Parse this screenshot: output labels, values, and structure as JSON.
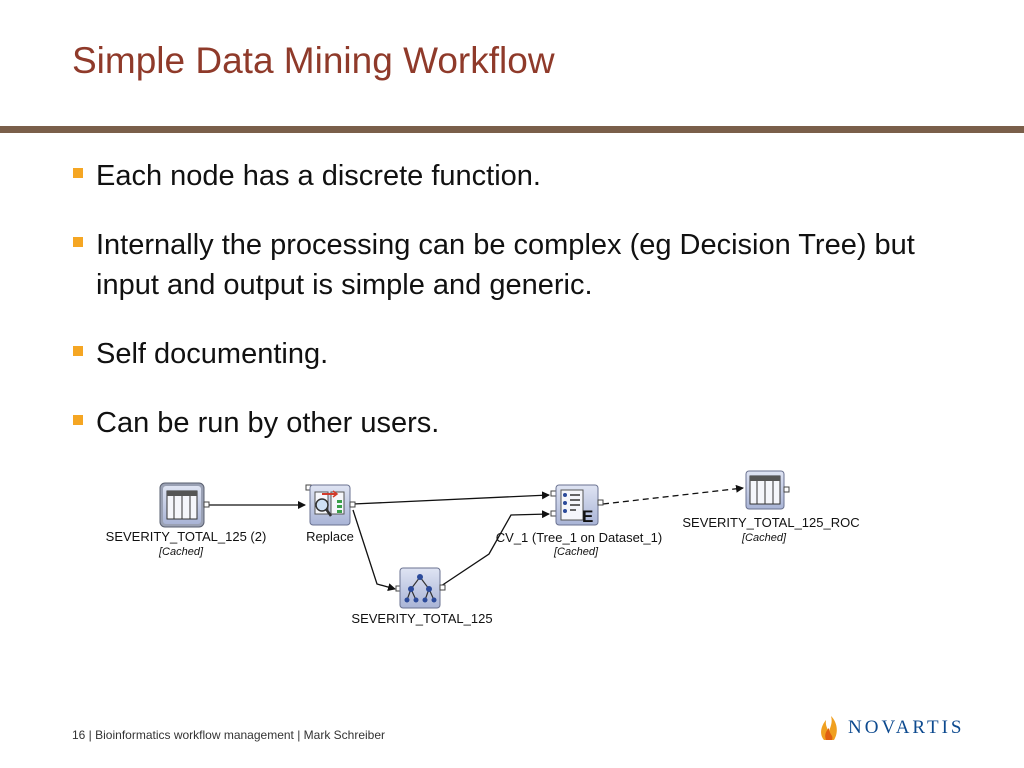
{
  "slide": {
    "title": "Simple Data Mining Workflow",
    "bullets": [
      "Each node has a discrete function.",
      "Internally the processing can be complex (eg Decision Tree) but input and output is simple and generic.",
      "Self documenting.",
      "Can be run by other users."
    ],
    "footer": "16 | Bioinformatics workflow management | Mark Schreiber",
    "logo_text": "NOVARTIS"
  },
  "workflow": {
    "nodes": [
      {
        "id": "n1",
        "label": "SEVERITY_TOTAL_125 (2)",
        "status": "[Cached]",
        "icon": "table-icon"
      },
      {
        "id": "n2",
        "label": "Replace",
        "status": "",
        "icon": "replace-icon"
      },
      {
        "id": "n3",
        "label": "SEVERITY_TOTAL_125",
        "status": "",
        "icon": "decision-tree-icon"
      },
      {
        "id": "n4",
        "label": "CV_1 (Tree_1 on Dataset_1)",
        "status": "[Cached]",
        "icon": "evaluate-icon"
      },
      {
        "id": "n5",
        "label": "SEVERITY_TOTAL_125_ROC",
        "status": "[Cached]",
        "icon": "table-icon"
      }
    ],
    "edges": [
      {
        "from": "n1",
        "to": "n2",
        "style": "solid"
      },
      {
        "from": "n2",
        "to": "n4",
        "style": "solid"
      },
      {
        "from": "n2",
        "to": "n3",
        "style": "solid"
      },
      {
        "from": "n3",
        "to": "n4",
        "style": "solid"
      },
      {
        "from": "n4",
        "to": "n5",
        "style": "dashed"
      }
    ]
  },
  "colors": {
    "title": "#8f3a2a",
    "rule": "#7a5f4a",
    "bullet": "#f5a623",
    "logo": "#0d4a8f"
  }
}
